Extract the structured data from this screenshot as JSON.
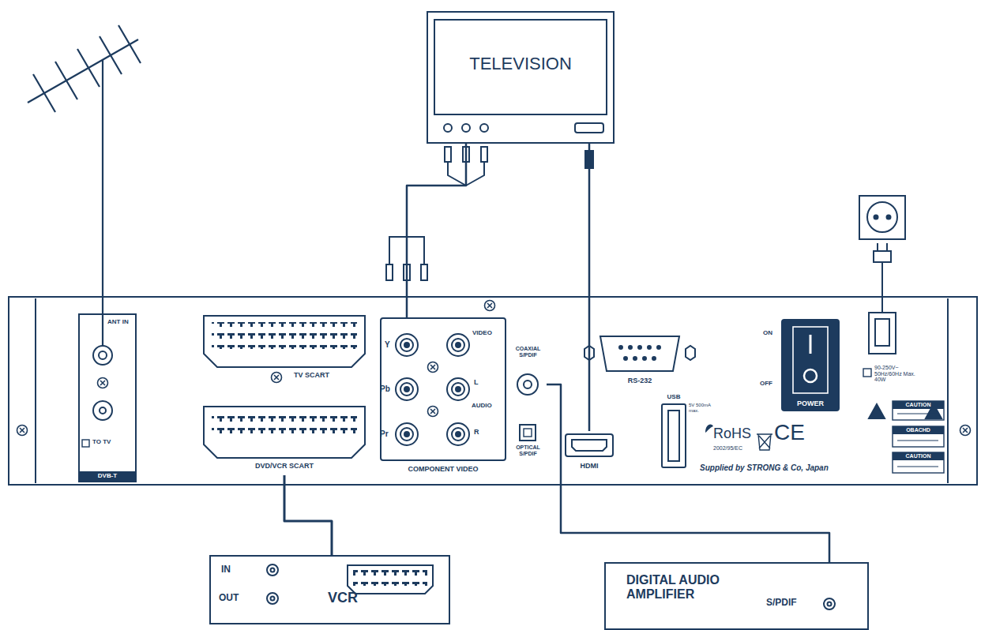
{
  "diagram": {
    "nodes": [
      {
        "text": [
          "TELEVISION"
        ]
      },
      {
        "text": [
          "Supplied by STRONG & Co, Japan"
        ]
      },
      {
        "text": [
          "HDMI"
        ],
        "in": 1
      },
      {
        "text": [
          "COAXIAL S/PDIF"
        ],
        "in": 1
      },
      {
        "text": [
          "COMPONENT VIDEO"
        ],
        "in": 1
      },
      {
        "text": [
          "DVD/VCR SCART"
        ],
        "in": 1
      },
      {
        "text": [
          "IN",
          "OUT",
          "VCR"
        ]
      },
      {
        "text": [
          "DIGITAL AUDIO AMPLIFIER",
          "S/PDIF"
        ]
      }
    ],
    "edges": [
      {
        "from": 0,
        "to": 4,
        "arrow": "none"
      },
      {
        "from": 0,
        "to": 2,
        "arrow": "none"
      },
      {
        "from": 6,
        "to": 5,
        "arrow": "none"
      },
      {
        "from": 7,
        "to": 3,
        "arrow": "none"
      }
    ],
    "labels": [
      "ANT IN",
      "TO TV",
      "DVB-T",
      "TV SCART",
      "Y",
      "Pb",
      "Pr",
      "VIDEO",
      "L",
      "AUDIO",
      "R",
      "OPTICAL S/PDIF",
      "RS-232",
      "USB",
      "5V 500mA max.",
      "ON",
      "OFF",
      "POWER",
      "90-250V~ 50Hz/60Hz Max. 40W",
      "CAUTION",
      "OBACHD",
      "CAUTION",
      "RoHS",
      "2002/95/EC",
      "CE"
    ]
  }
}
